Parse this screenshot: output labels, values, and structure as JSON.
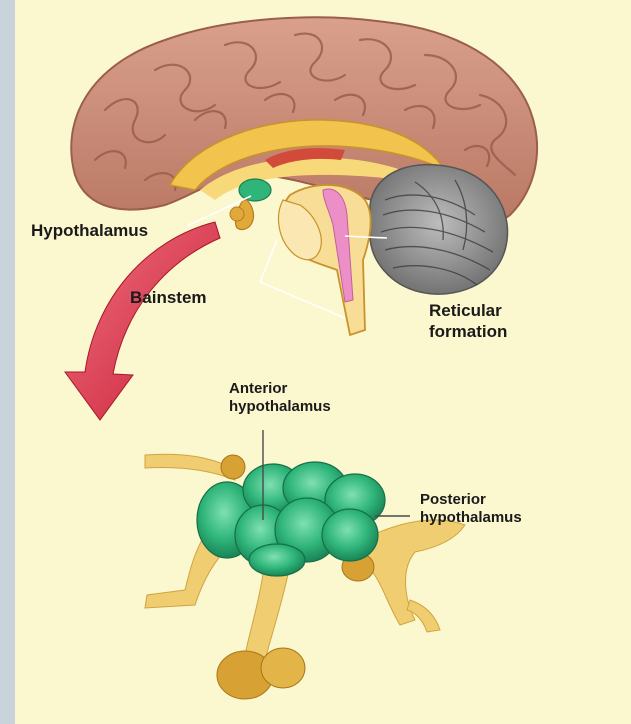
{
  "labels": {
    "hypothalamus": "Hypothalamus",
    "brainstem": "Bainstem",
    "reticular_line1": "Reticular",
    "reticular_line2": "formation",
    "anterior_line1": "Anterior",
    "anterior_line2": "hypothalamus",
    "posterior_line1": "Posterior",
    "posterior_line2": "hypothalamus"
  },
  "colors": {
    "background_panel": "#fbf7cf",
    "side_band": "#c9d3dc",
    "cortex": "#c98e7a",
    "inner_structures": "#f2c44e",
    "hypothalamus_green": "#2fb57a",
    "reticular_pink": "#ec8fc6",
    "cerebellum": "#8a8a8a",
    "arrow_red": "#e23a4a"
  }
}
